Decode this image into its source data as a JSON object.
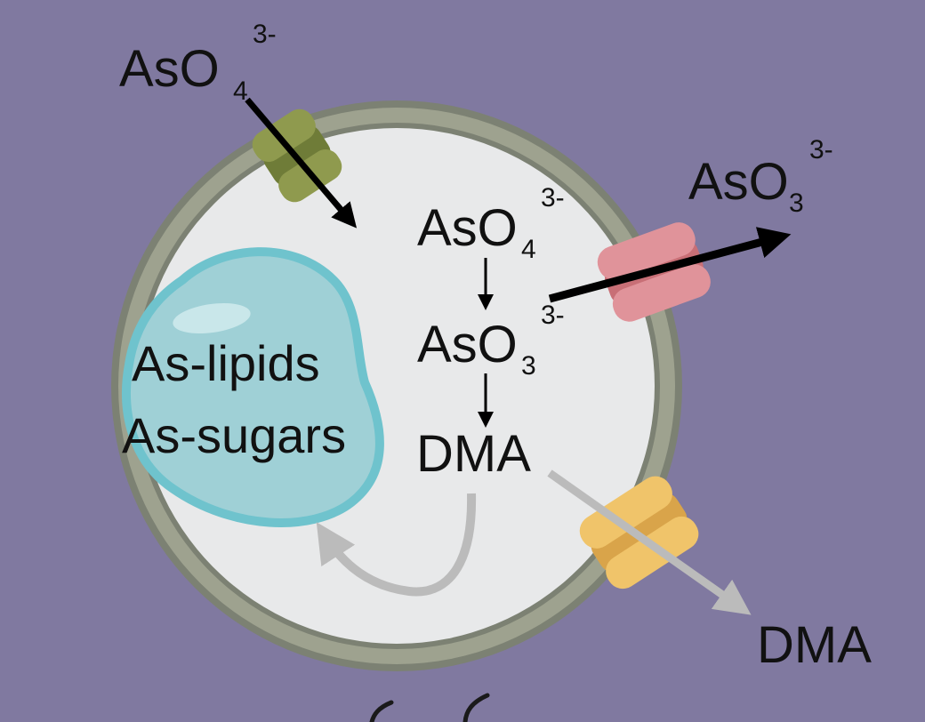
{
  "diagram": {
    "outside": {
      "arsenate_base": "AsO",
      "arsenate_subscript": "4",
      "arsenate_charge": "3-",
      "arsenite_base": "AsO",
      "arsenite_subscript": "3",
      "arsenite_charge": "3-",
      "dma": "DMA"
    },
    "inside": {
      "arsenate_base": "AsO",
      "arsenate_subscript": "4",
      "arsenate_charge": "3-",
      "arsenite_base": "AsO",
      "arsenite_subscript": "3",
      "arsenite_charge": "3-",
      "dma": "DMA"
    },
    "vacuole": {
      "line1": "As-lipids",
      "line2": "As-sugars"
    },
    "colors": {
      "background": "#8079a0",
      "membrane_outer": "#7c8173",
      "membrane_mid": "#9ea28f",
      "cytoplasm": "#e8e9ea",
      "vacuole_fill": "#9fd0d6",
      "vacuole_edge": "#6fc3cd",
      "green_transporter": "#8f9a4e",
      "red_transporter": "#e0939a",
      "yellow_transporter": "#f0c46a",
      "grey_arrow": "#bbbbbb"
    }
  }
}
